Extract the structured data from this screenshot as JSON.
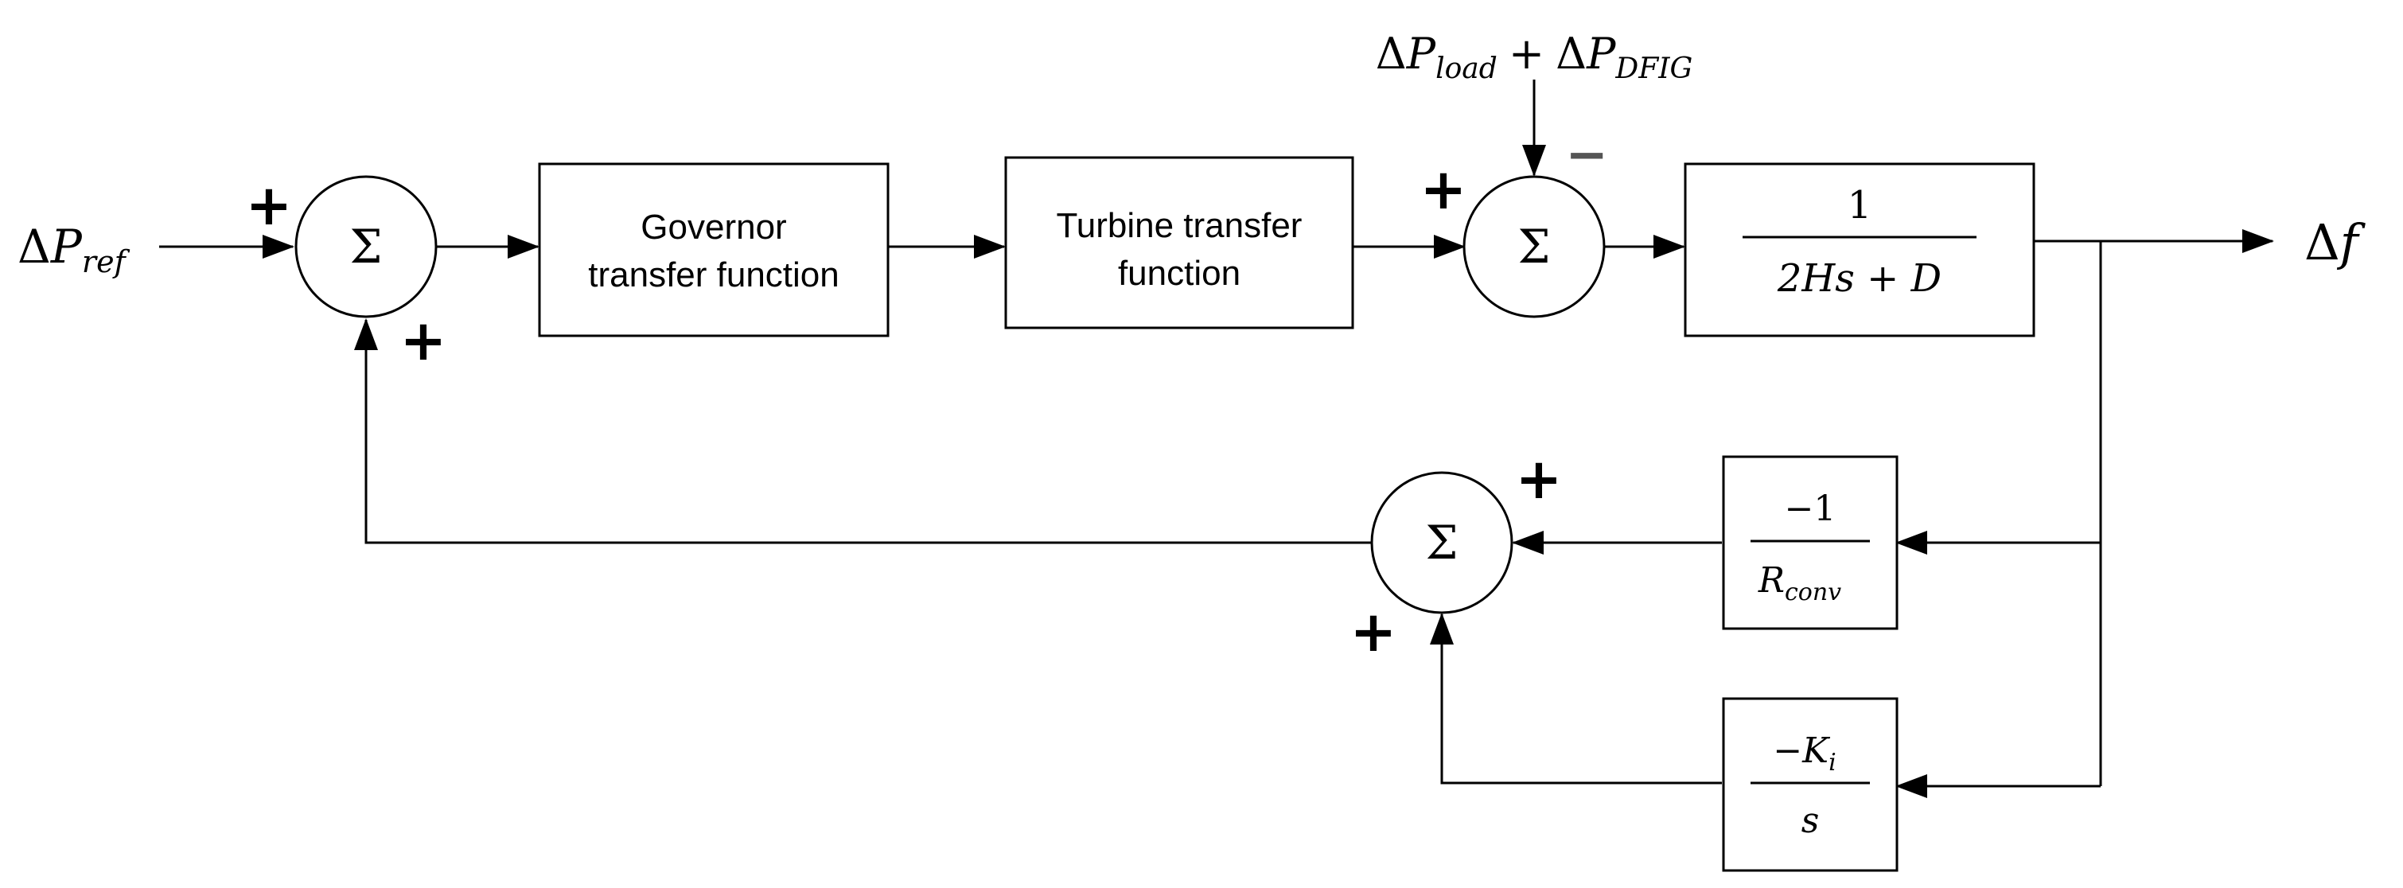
{
  "inputs": {
    "delta_prefix": "Δ",
    "p_ref_main": "P",
    "p_ref_sub": "ref",
    "p_load_main": "P",
    "p_load_sub": "load",
    "plus_between": "+",
    "p_dfig_main": "P",
    "p_dfig_sub": "DFIG"
  },
  "output": {
    "delta_prefix": "Δ",
    "f": "f"
  },
  "blocks": {
    "governor": [
      "Governor",
      "transfer function"
    ],
    "turbine": [
      "Turbine transfer",
      "function"
    ],
    "inertia": {
      "numerator": "1",
      "denominator": "2Hs + D"
    },
    "droop": {
      "numerator": "−1",
      "denom_main": "R",
      "denom_sub": "conv"
    },
    "integral": {
      "numerator": "−K",
      "num_sub": "i",
      "denominator": "s"
    }
  },
  "summing_symbol": "Σ",
  "signs": {
    "sum1_left": "+",
    "sum1_bottom": "+",
    "sum2_left": "+",
    "sum2_top": "−",
    "sum3_right": "+",
    "sum3_bottom": "+"
  }
}
